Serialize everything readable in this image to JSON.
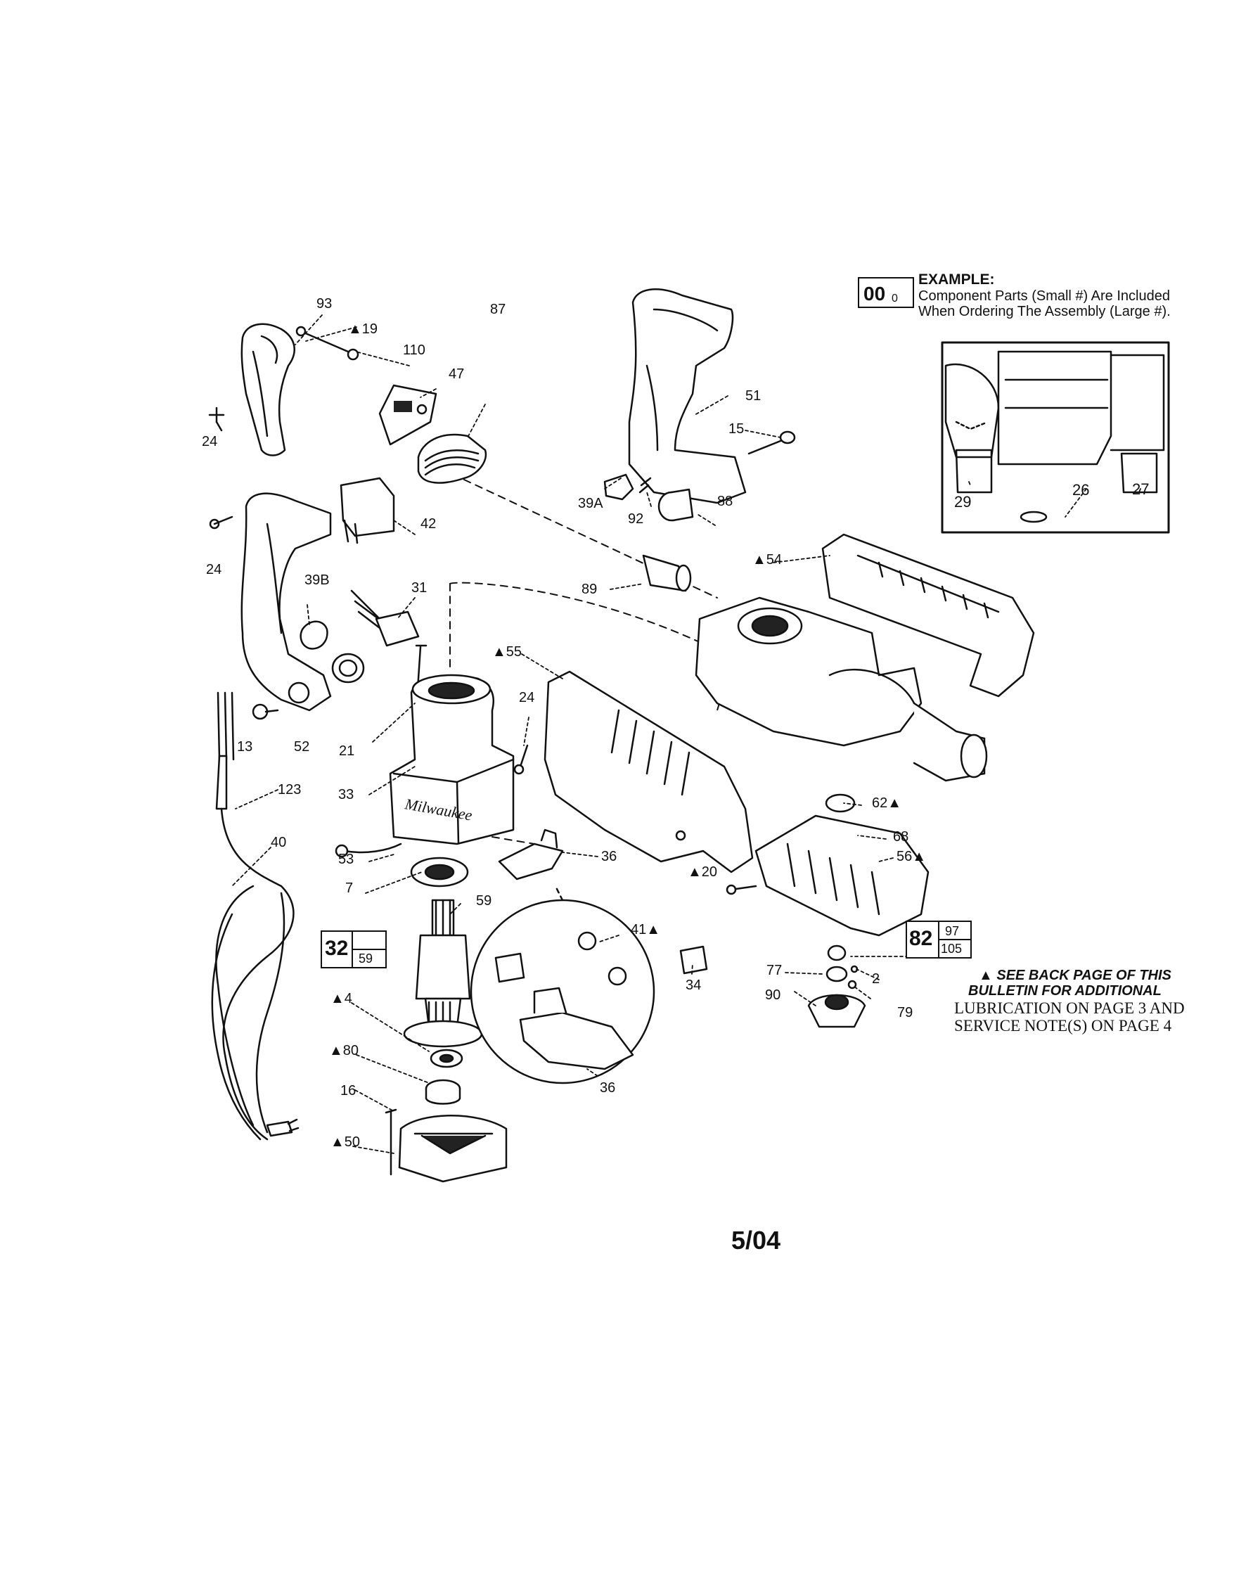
{
  "legend": {
    "title": "EXAMPLE:",
    "box_large": "00",
    "box_small": "0",
    "line1": "Component Parts (Small #) Are Included",
    "line2": "When Ordering The Assembly (Large #)."
  },
  "inset_labels": [
    "29",
    "26",
    "27"
  ],
  "callouts": {
    "c93": "93",
    "c19": "▲19",
    "c110": "110",
    "c47": "47",
    "c87": "87",
    "c24a": "24",
    "c42": "42",
    "c24b": "24",
    "c39b": "39B",
    "c31": "31",
    "c13": "13",
    "c52": "52",
    "c21": "21",
    "c123": "123",
    "c40": "40",
    "c33": "33",
    "c53": "53",
    "c7": "7",
    "c59": "59",
    "c4": "▲4",
    "c80": "▲80",
    "c16": "16",
    "c50": "▲50",
    "c51": "51",
    "c15": "15",
    "c39a": "39A",
    "c92": "92",
    "c88": "88",
    "c89": "89",
    "c54": "▲54",
    "c55": "▲55",
    "c24c": "24",
    "c36a": "36",
    "c41": "41▲",
    "c34": "34",
    "c36b": "36",
    "c62": "62▲",
    "c68": "68",
    "c56": "56▲",
    "c20": "▲20",
    "c77": "77",
    "c2": "2",
    "c90": "90",
    "c79": "79"
  },
  "assembly_32": {
    "large": "32",
    "small": "59"
  },
  "assembly_82": {
    "large": "82",
    "small_top": "97",
    "small_bottom": "105"
  },
  "note": {
    "line1": "▲ SEE BACK PAGE OF THIS",
    "line2": "BULLETIN FOR ADDITIONAL",
    "line3": "LUBRICATION ON PAGE 3 AND",
    "line4": "SERVICE NOTE(S) ON PAGE 4"
  },
  "footer": "5/04"
}
